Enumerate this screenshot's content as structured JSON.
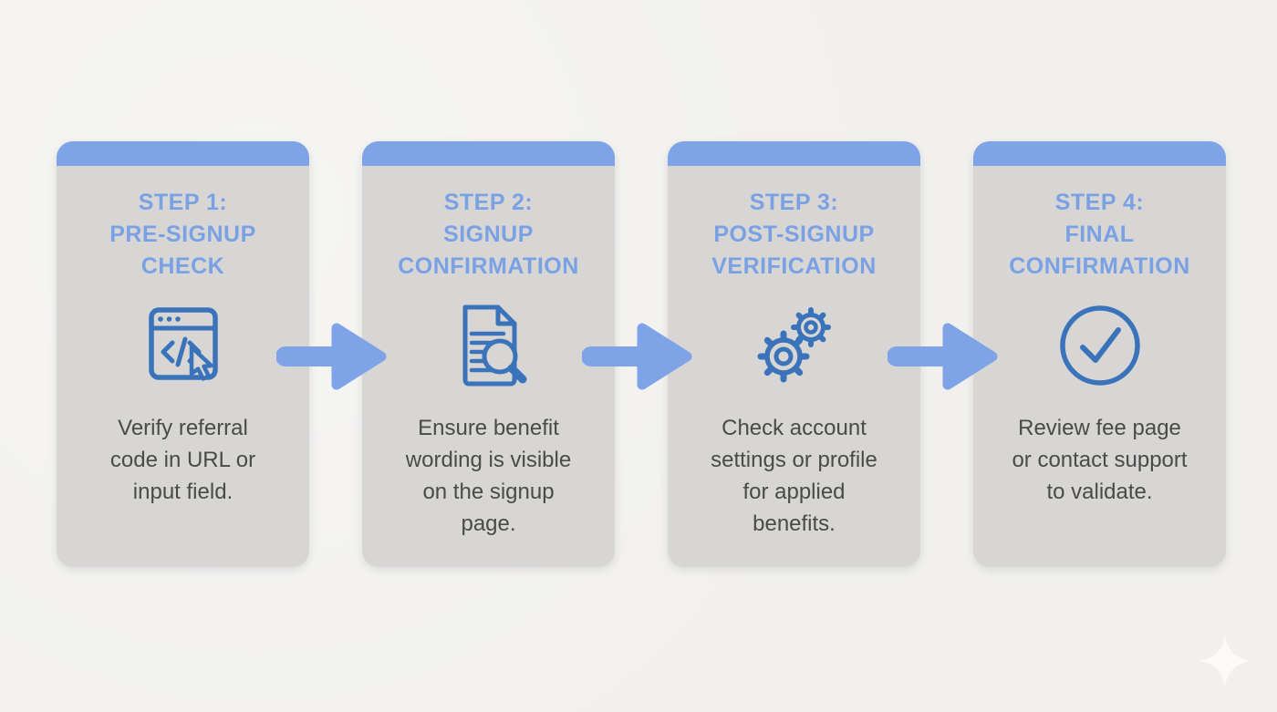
{
  "page": {
    "type": "process-flow-infographic",
    "background": "#f1f0ee"
  },
  "colors": {
    "accent_blue": "#7ea3e6",
    "title_blue": "#7aa1e4",
    "icon_blue": "#3a73ba",
    "card_gray": "#d7d6d5",
    "body_text": "#4a4a48",
    "watermark": "#fbfaf8"
  },
  "steps": [
    {
      "title": "STEP 1: PRE-SIGNUP CHECK",
      "title_lines": [
        "STEP 1:",
        "PRE-SIGNUP",
        "CHECK"
      ],
      "icon": "browser-code-cursor-icon",
      "description": "Verify referral code in URL or input field.",
      "description_lines": [
        "Verify referral",
        "code in URL or",
        "input field."
      ]
    },
    {
      "title": "STEP 2: SIGNUP CONFIRMATION",
      "title_lines": [
        "STEP 2:",
        "SIGNUP",
        "CONFIRMATION"
      ],
      "icon": "document-magnifier-icon",
      "description": "Ensure benefit wording is visible on the signup page.",
      "description_lines": [
        "Ensure benefit",
        "wording is visible",
        "on the signup",
        "page."
      ]
    },
    {
      "title": "STEP 3: POST-SIGNUP VERIFICATION",
      "title_lines": [
        "STEP 3:",
        "POST-SIGNUP",
        "VERIFICATION"
      ],
      "icon": "gears-icon",
      "description": "Check account settings or profile for applied benefits.",
      "description_lines": [
        "Check account",
        "settings or profile",
        "for applied",
        "benefits."
      ]
    },
    {
      "title": "STEP 4: FINAL CONFIRMATION",
      "title_lines": [
        "STEP 4:",
        "FINAL",
        "CONFIRMATION"
      ],
      "icon": "check-circle-icon",
      "description": "Review fee page or contact support to validate.",
      "description_lines": [
        "Review fee page",
        "or contact support",
        "to validate."
      ]
    }
  ],
  "connectors": {
    "count": 3,
    "shape": "right-arrow"
  },
  "watermark": {
    "shape": "four-point-sparkle"
  }
}
